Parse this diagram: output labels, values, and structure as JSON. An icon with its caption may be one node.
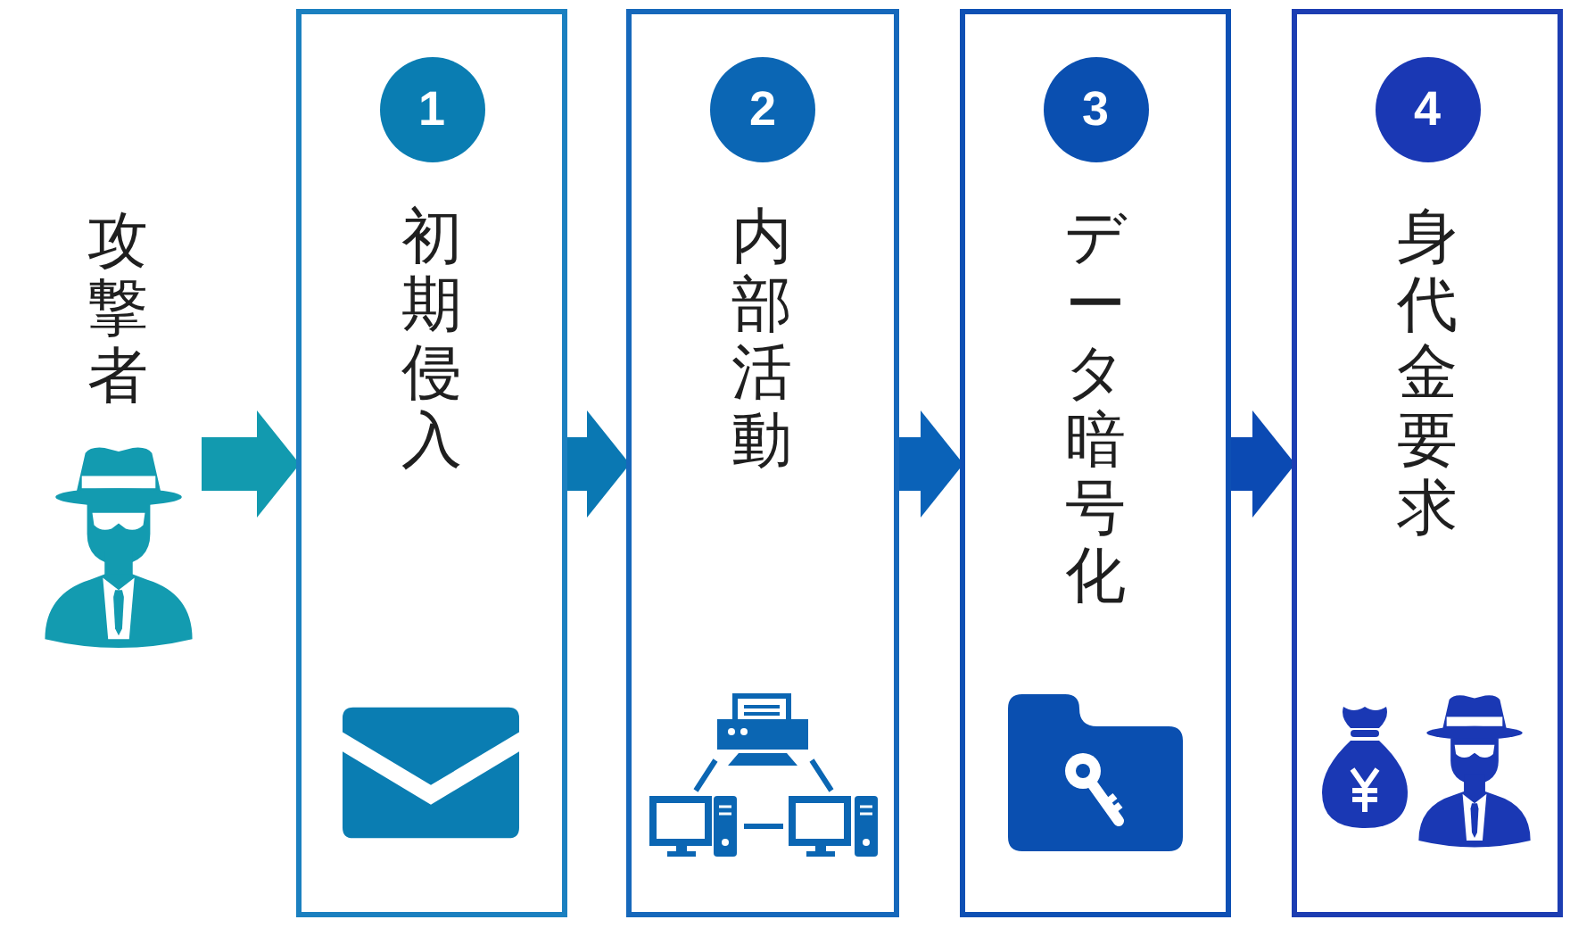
{
  "diagram": {
    "nodes": [
      {
        "text": [
          "攻撃者"
        ]
      },
      {
        "text": [
          "初期侵入"
        ]
      },
      {
        "text": [
          "1"
        ],
        "in": 1
      },
      {
        "text": [
          "内部活動"
        ]
      },
      {
        "text": [
          "2"
        ],
        "in": 3
      },
      {
        "text": [
          "データ暗号化"
        ]
      },
      {
        "text": [
          "3"
        ],
        "in": 5
      },
      {
        "text": [
          "身代金要求"
        ]
      },
      {
        "text": [
          "4"
        ],
        "in": 7
      }
    ],
    "edges": [
      {
        "from": 0,
        "to": 1,
        "arrow": "to",
        "color": "#129aaf"
      },
      {
        "from": 1,
        "to": 3,
        "arrow": "to",
        "color": "#0a78b3"
      },
      {
        "from": 3,
        "to": 5,
        "arrow": "to",
        "color": "#0a62b8"
      },
      {
        "from": 5,
        "to": 7,
        "arrow": "to",
        "color": "#0b4ab3"
      }
    ]
  }
}
